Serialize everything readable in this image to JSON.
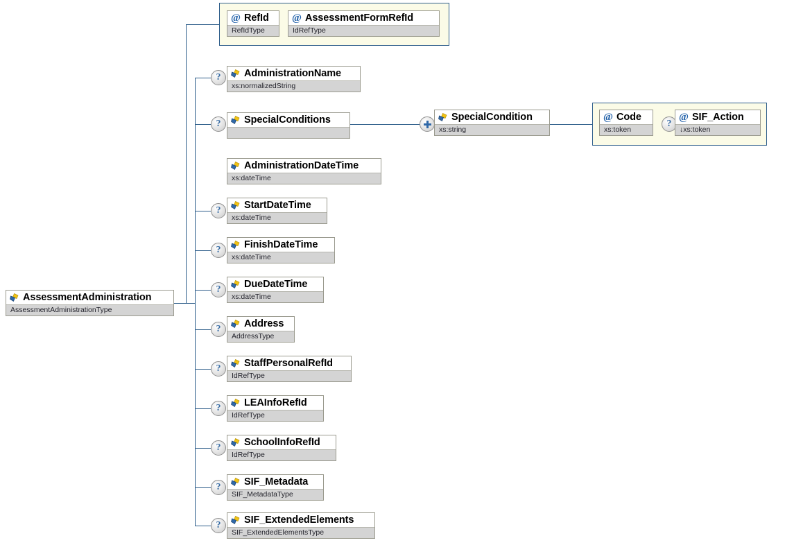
{
  "diagram": {
    "title": "AssessmentAdministration XSD element diagram",
    "colors": {
      "connector": "#2d5d8a",
      "node_border": "#9a9a8e",
      "type_row_bg": "#d4d4d4",
      "attr_group_bg": "#fbfbe7",
      "attr_group_border": "#2d5d8a",
      "element_icon_blue": "#2f68a8",
      "element_icon_yellow": "#f2c314",
      "attribute_glyph": "#1f5fa8",
      "marker_glyph": "#3b6ea5"
    },
    "root": {
      "name": "AssessmentAdministration",
      "type": "AssessmentAdministrationType",
      "icon": "element-icon",
      "optional": false
    },
    "attribute_groups": [
      {
        "id": "root-attributes",
        "attributes": [
          {
            "name": "RefId",
            "type": "RefIdType",
            "icon": "attribute-icon",
            "optional": false
          },
          {
            "name": "AssessmentFormRefId",
            "type": "IdRefType",
            "icon": "attribute-icon",
            "optional": false
          }
        ]
      },
      {
        "id": "specialcondition-attributes",
        "attributes": [
          {
            "name": "Code",
            "type": "xs:token",
            "icon": "attribute-icon",
            "optional": false
          },
          {
            "name": "SIF_Action",
            "type": "xs:token",
            "type_prefix": "↓",
            "icon": "attribute-icon",
            "optional": true
          }
        ]
      }
    ],
    "children": [
      {
        "name": "AdministrationName",
        "type": "xs:normalizedString",
        "icon": "element-icon",
        "optional": true
      },
      {
        "name": "SpecialConditions",
        "type": "",
        "icon": "element-icon",
        "optional": true,
        "expandable": true
      },
      {
        "name": "AdministrationDateTime",
        "type": "xs:dateTime",
        "icon": "element-icon",
        "optional": false
      },
      {
        "name": "StartDateTime",
        "type": "xs:dateTime",
        "icon": "element-icon",
        "optional": true
      },
      {
        "name": "FinishDateTime",
        "type": "xs:dateTime",
        "icon": "element-icon",
        "optional": true
      },
      {
        "name": "DueDateTime",
        "type": "xs:dateTime",
        "icon": "element-icon",
        "optional": true
      },
      {
        "name": "Address",
        "type": "AddressType",
        "icon": "element-icon",
        "optional": true
      },
      {
        "name": "StaffPersonalRefId",
        "type": "IdRefType",
        "icon": "element-icon",
        "optional": true
      },
      {
        "name": "LEAInfoRefId",
        "type": "IdRefType",
        "icon": "element-icon",
        "optional": true
      },
      {
        "name": "SchoolInfoRefId",
        "type": "IdRefType",
        "icon": "element-icon",
        "optional": true
      },
      {
        "name": "SIF_Metadata",
        "type": "SIF_MetadataType",
        "icon": "element-icon",
        "optional": true
      },
      {
        "name": "SIF_ExtendedElements",
        "type": "SIF_ExtendedElementsType",
        "icon": "element-icon",
        "optional": true
      }
    ],
    "grandchild": {
      "name": "SpecialCondition",
      "type": "xs:string",
      "icon": "element-icon",
      "repeating": true,
      "expander": "plus-icon"
    }
  }
}
